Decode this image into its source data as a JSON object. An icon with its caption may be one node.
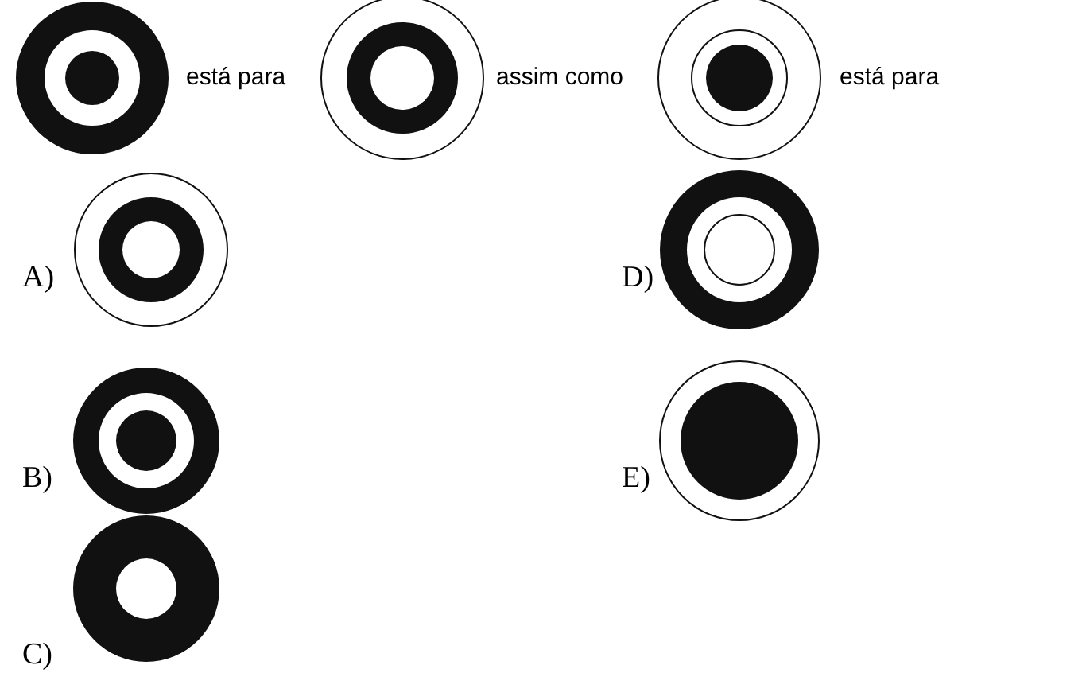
{
  "diagram": {
    "labels": [
      "está para",
      "assim como",
      "está para",
      "A)",
      "D)",
      "B)",
      "E)",
      "C)"
    ]
  }
}
